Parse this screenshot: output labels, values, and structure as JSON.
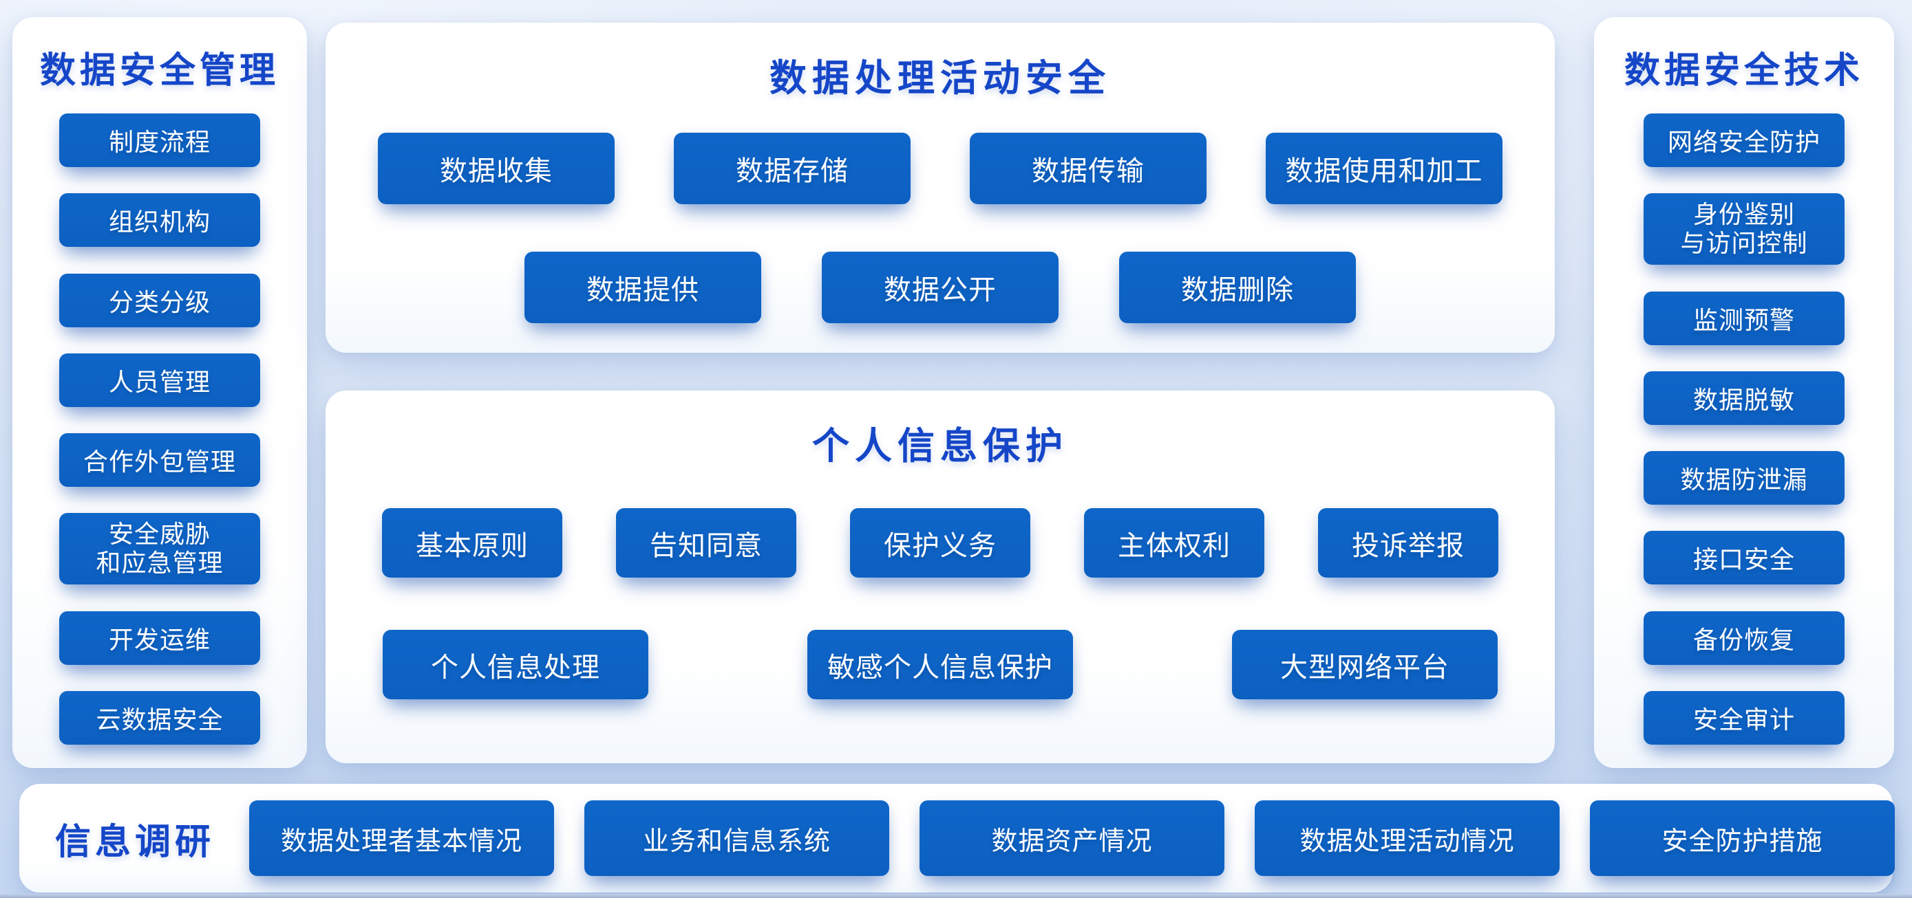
{
  "colors": {
    "node_blue": "#0d63c4",
    "title_blue": "#1546c8",
    "background_light": "#e8effa",
    "background_deep": "#c7d9f2",
    "panel_white": "#ffffff"
  },
  "management_panel": {
    "title": "数据安全管理",
    "items": [
      "制度流程",
      "组织机构",
      "分类分级",
      "人员管理",
      "合作外包管理",
      "安全威胁\n和应急管理",
      "开发运维",
      "云数据安全"
    ]
  },
  "processing_panel": {
    "title": "数据处理活动安全",
    "row1": [
      "数据收集",
      "数据存储",
      "数据传输",
      "数据使用和加工"
    ],
    "row2": [
      "数据提供",
      "数据公开",
      "数据删除"
    ]
  },
  "personal_panel": {
    "title": "个人信息保护",
    "row1": [
      "基本原则",
      "告知同意",
      "保护义务",
      "主体权利",
      "投诉举报"
    ],
    "row2": [
      "个人信息处理",
      "敏感个人信息保护",
      "大型网络平台"
    ]
  },
  "technology_panel": {
    "title": "数据安全技术",
    "items": [
      "网络安全防护",
      "身份鉴别\n与访问控制",
      "监测预警",
      "数据脱敏",
      "数据防泄漏",
      "接口安全",
      "备份恢复",
      "安全审计"
    ]
  },
  "survey_panel": {
    "title": "信息调研",
    "items": [
      "数据处理者基本情况",
      "业务和信息系统",
      "数据资产情况",
      "数据处理活动情况",
      "安全防护措施"
    ]
  }
}
